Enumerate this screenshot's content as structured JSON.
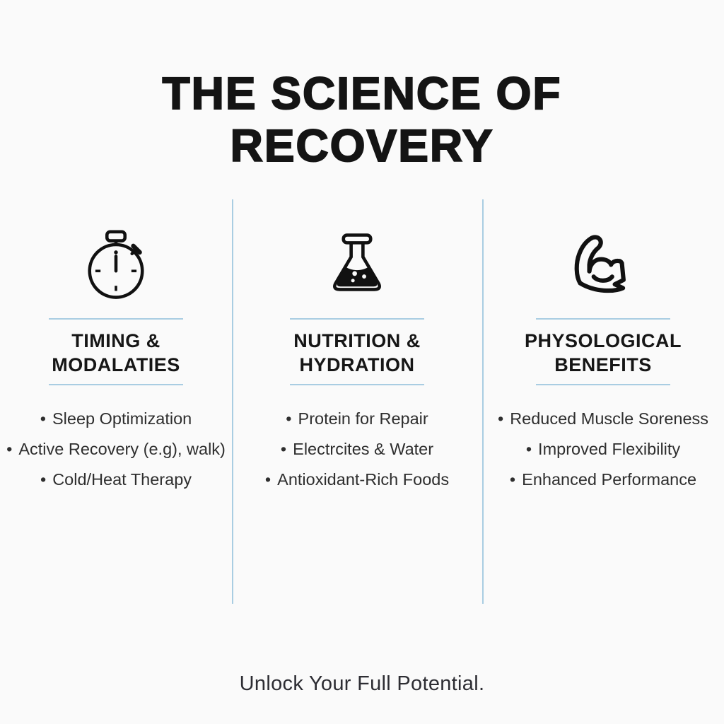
{
  "title": {
    "line1": "THE SCIENCE OF",
    "line2": "RECOVERY"
  },
  "ui": {
    "bullet": "•"
  },
  "columns": [
    {
      "icon": "stopwatch-icon",
      "heading_line1": "TIMING &",
      "heading_line2": "MODALATIES",
      "items": [
        "Sleep Optimization",
        "Active Recovery (e.g), walk)",
        "Cold/Heat Therapy"
      ]
    },
    {
      "icon": "flask-icon",
      "heading_line1": "NUTRITION &",
      "heading_line2": "HYDRATION",
      "items": [
        "Protein for Repair",
        "Electrcites & Water",
        "Antioxidant-Rich Foods"
      ]
    },
    {
      "icon": "bicep-flex-icon",
      "heading_line1": "PHYSOLOGICAL",
      "heading_line2": "BENEFITS",
      "items": [
        "Reduced Muscle Soreness",
        "Improved Flexibility",
        "Enhanced Performance"
      ]
    }
  ],
  "footer": {
    "text": "Unlock Your Full Potential."
  },
  "colors": {
    "background": "#fafafa",
    "heading_text": "#141414",
    "body_text": "#2e2e2e",
    "accent_line_blue": "#a9cde2",
    "icon_stroke": "#111111"
  }
}
